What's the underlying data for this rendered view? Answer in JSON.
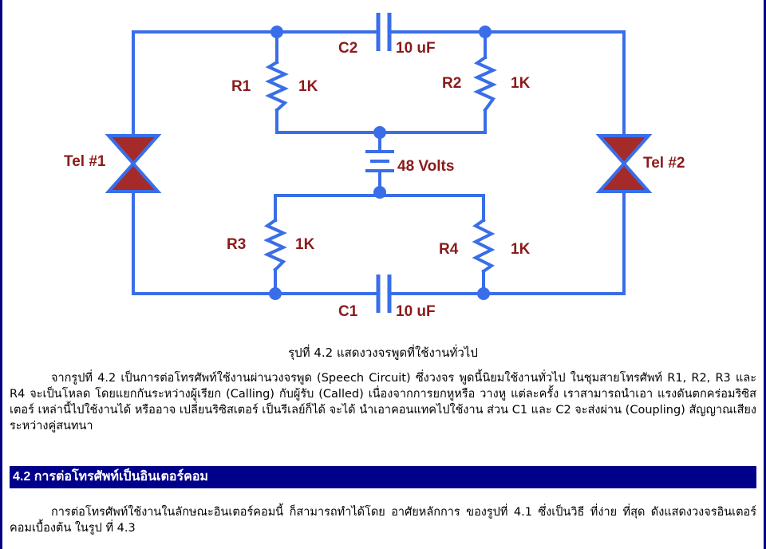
{
  "figure": {
    "components": {
      "c2": {
        "name": "C2",
        "value": "10 uF"
      },
      "c1": {
        "name": "C1",
        "value": "10 uF"
      },
      "r1": {
        "name": "R1",
        "value": "1K"
      },
      "r2": {
        "name": "R2",
        "value": "1K"
      },
      "r3": {
        "name": "R3",
        "value": "1K"
      },
      "r4": {
        "name": "R4",
        "value": "1K"
      },
      "battery": {
        "value": "48 Volts"
      },
      "tel1": {
        "name": "Tel #1"
      },
      "tel2": {
        "name": "Tel #2"
      }
    },
    "colors": {
      "wire": "#3a6ee8",
      "label": "#8b1a1a",
      "telephone": "#a52a2a"
    },
    "caption": "รุปที่ 4.2 แสดงวงจรพูดที่ใช้งานทั่วไป"
  },
  "paragraph1": "จากรูปที่ 4.2 เป็นการต่อโทรศัพท์ใช้งานผ่านวงจรพูด (Speech Circuit) ซึ่งวงจร พูดนี้นิยมใช้งานทั่วไป ในชุมสายโทรศัพท์ R1, R2, R3 และ R4 จะเป็นโหลด โดยแยกกันระหว่างผู้เรียก (Calling) กับผู้รับ (Called) เนื่องจากการยกหูหรือ วางหู แต่ละครั้ง เราสามารถนำเอา แรงดันตกคร่อมริซิสเตอร์ เหล่านี้ไปใช้งานได้ หรืออาจ เปลี่ยนริซิสเตอร์ เป็นรีเลย์ก็ได้ จะได้ นำเอาคอนแทคไปใช้งาน ส่วน C1 และ C2 จะส่งผ่าน (Coupling) สัญญาณเสียงระหว่างคู่สนทนา",
  "section": {
    "heading": "4.2 การต่อโทรศัพท์เป็นอินเตอร์คอม"
  },
  "paragraph2": "การต่อโทรศัพท์ใช้งานในลักษณะอินเตอร์คอมนี้ ก็สามารถทำได้โดย อาศัยหลักการ ของรูปที่ 4.1 ซึ่งเป็นวิธี ที่ง่าย ที่สุด ดังแสดงวงจรอินเตอร์คอมเบื้องต้น ในรูป ที่ 4.3"
}
